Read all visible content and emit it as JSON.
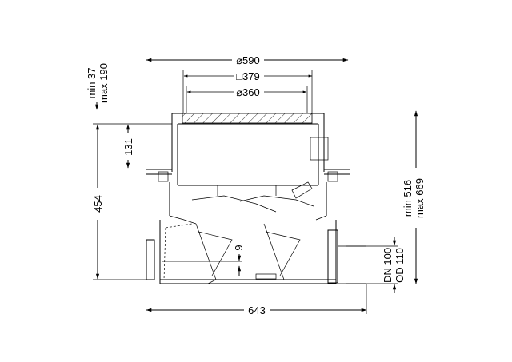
{
  "dimensions": {
    "outer_diameter": "⌀590",
    "frame_square": "□379",
    "grate_diameter": "⌀360",
    "height_adjust_min": "min 37",
    "height_adjust_max": "max 190",
    "body_height": "454",
    "upper_depth": "131",
    "water_seal": "9",
    "total_height_min": "min 516",
    "total_height_max": "max 669",
    "pipe_dn": "DN 100",
    "pipe_od": "OD 110",
    "overall_length": "643"
  }
}
